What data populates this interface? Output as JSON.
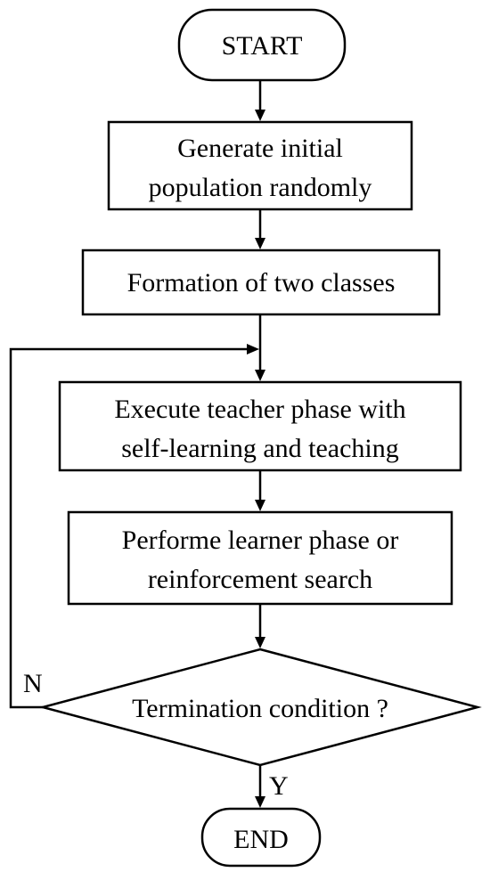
{
  "flowchart": {
    "start": "START",
    "step1": {
      "line1": "Generate initial",
      "line2": "population randomly"
    },
    "step2": "Formation of two classes",
    "step3": {
      "line1": "Execute teacher phase with",
      "line2": "self-learning and teaching"
    },
    "step4": {
      "line1": "Performe learner phase or",
      "line2": "reinforcement search"
    },
    "decision": "Termination condition ?",
    "no_label": "N",
    "yes_label": "Y",
    "end": "END"
  }
}
